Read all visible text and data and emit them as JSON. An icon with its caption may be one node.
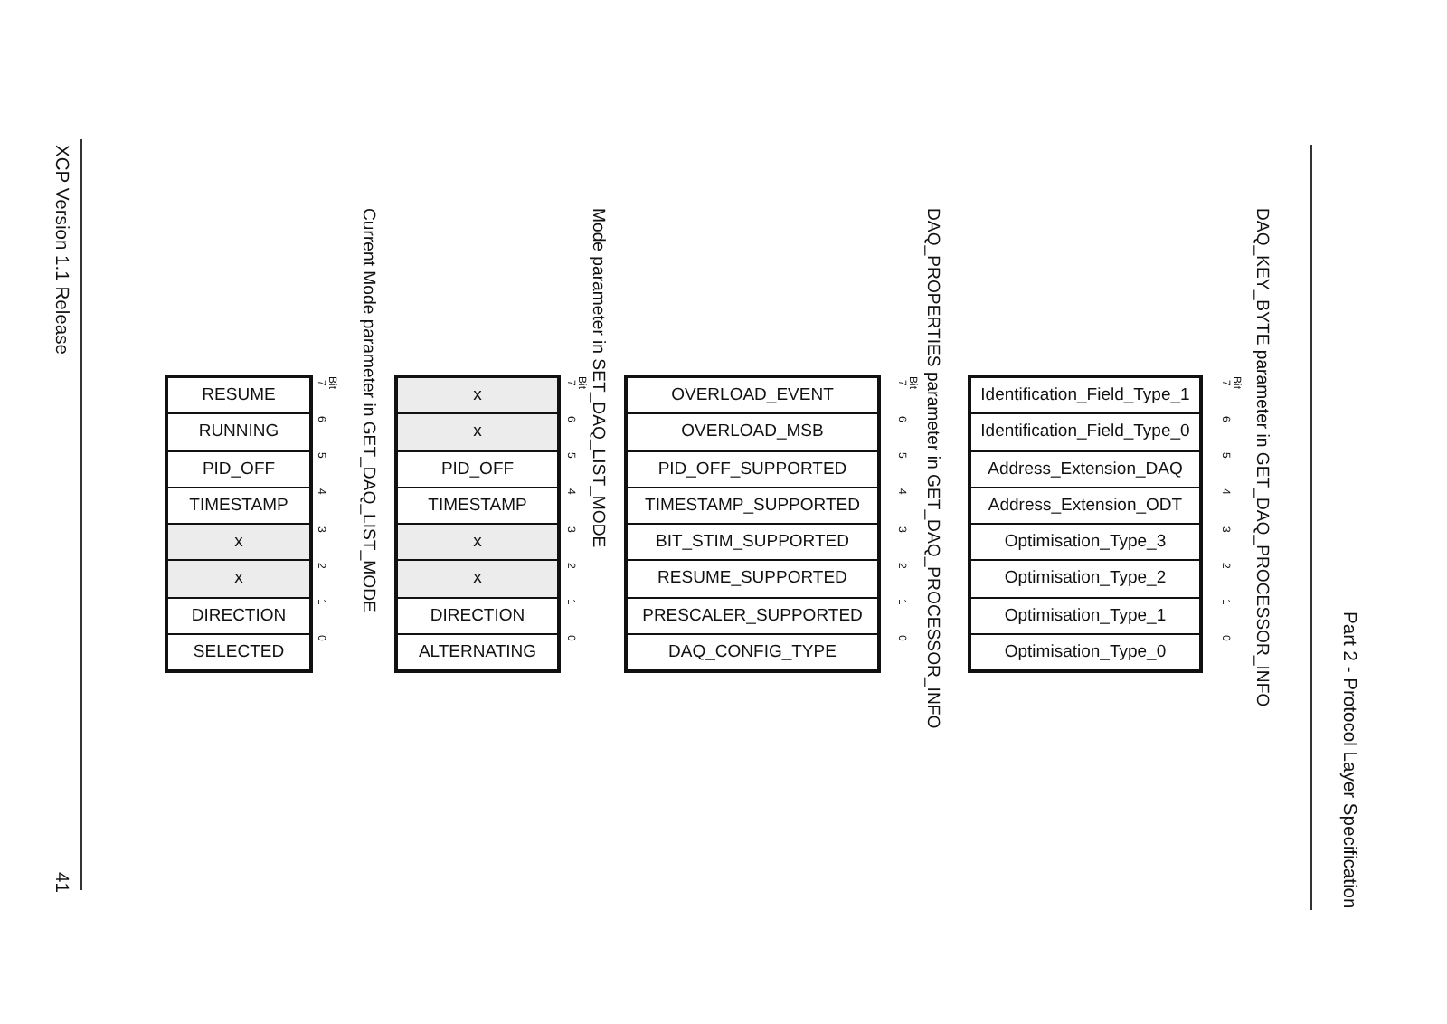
{
  "diagram": {
    "nodes": [
      {
        "text": [
          "DAQ_KEY_BYTE parameter in GET_DAQ_PROCESSOR_INFO"
        ],
        "beside": [
          "Bit"
        ]
      },
      {
        "text": [
          "Identification_Field_Type_1"
        ],
        "in": 0,
        "beside": [
          "7"
        ]
      },
      {
        "text": [
          "Identification_Field_Type_0"
        ],
        "in": 0,
        "beside": [
          "6"
        ]
      },
      {
        "text": [
          "Address_Extension_DAQ"
        ],
        "in": 0,
        "beside": [
          "5"
        ]
      },
      {
        "text": [
          "Address_Extension_ODT"
        ],
        "in": 0,
        "beside": [
          "4"
        ]
      },
      {
        "text": [
          "Optimisation_Type_3"
        ],
        "in": 0,
        "beside": [
          "3"
        ]
      },
      {
        "text": [
          "Optimisation_Type_2"
        ],
        "in": 0,
        "beside": [
          "2"
        ]
      },
      {
        "text": [
          "Optimisation_Type_1"
        ],
        "in": 0,
        "beside": [
          "1"
        ]
      },
      {
        "text": [
          "Optimisation_Type_0"
        ],
        "in": 0,
        "beside": [
          "0"
        ]
      },
      {
        "text": [
          "DAQ_PROPERTIES parameter in GET_DAQ_PROCESSOR_INFO"
        ],
        "beside": [
          "Bit"
        ]
      },
      {
        "text": [
          "OVERLOAD_EVENT"
        ],
        "in": 9,
        "beside": [
          "7"
        ]
      },
      {
        "text": [
          "OVERLOAD_MSB"
        ],
        "in": 9,
        "beside": [
          "6"
        ]
      },
      {
        "text": [
          "PID_OFF_SUPPORTED"
        ],
        "in": 9,
        "beside": [
          "5"
        ]
      },
      {
        "text": [
          "TIMESTAMP_SUPPORTED"
        ],
        "in": 9,
        "beside": [
          "4"
        ]
      },
      {
        "text": [
          "BIT_STIM_SUPPORTED"
        ],
        "in": 9,
        "beside": [
          "3"
        ]
      },
      {
        "text": [
          "RESUME_SUPPORTED"
        ],
        "in": 9,
        "beside": [
          "2"
        ]
      },
      {
        "text": [
          "PRESCALER_SUPPORTED"
        ],
        "in": 9,
        "beside": [
          "1"
        ]
      },
      {
        "text": [
          "DAQ_CONFIG_TYPE"
        ],
        "in": 9,
        "beside": [
          "0"
        ]
      },
      {
        "text": [
          "Mode parameter in SET_DAQ_LIST_MODE"
        ],
        "beside": [
          "Bit"
        ]
      },
      {
        "text": [
          "x"
        ],
        "in": 18,
        "beside": [
          "7"
        ]
      },
      {
        "text": [
          "x"
        ],
        "in": 18,
        "beside": [
          "6"
        ]
      },
      {
        "text": [
          "PID_OFF"
        ],
        "in": 18,
        "beside": [
          "5"
        ]
      },
      {
        "text": [
          "TIMESTAMP"
        ],
        "in": 18,
        "beside": [
          "4"
        ]
      },
      {
        "text": [
          "x"
        ],
        "in": 18,
        "beside": [
          "3"
        ]
      },
      {
        "text": [
          "x"
        ],
        "in": 18,
        "beside": [
          "2"
        ]
      },
      {
        "text": [
          "DIRECTION"
        ],
        "in": 18,
        "beside": [
          "1"
        ]
      },
      {
        "text": [
          "ALTERNATING"
        ],
        "in": 18,
        "beside": [
          "0"
        ]
      },
      {
        "text": [
          "Current Mode parameter in GET_DAQ_LIST_MODE"
        ],
        "beside": [
          "Bit"
        ]
      },
      {
        "text": [
          "RESUME"
        ],
        "in": 27,
        "beside": [
          "7"
        ]
      },
      {
        "text": [
          "RUNNING"
        ],
        "in": 27,
        "beside": [
          "6"
        ]
      },
      {
        "text": [
          "PID_OFF"
        ],
        "in": 27,
        "beside": [
          "5"
        ]
      },
      {
        "text": [
          "TIMESTAMP"
        ],
        "in": 27,
        "beside": [
          "4"
        ]
      },
      {
        "text": [
          "x"
        ],
        "in": 27,
        "beside": [
          "3"
        ]
      },
      {
        "text": [
          "x"
        ],
        "in": 27,
        "beside": [
          "2"
        ]
      },
      {
        "text": [
          "DIRECTION"
        ],
        "in": 27,
        "beside": [
          "1"
        ]
      },
      {
        "text": [
          "SELECTED"
        ],
        "in": 27,
        "beside": [
          "0"
        ]
      }
    ],
    "labels": [
      "Part 2 - Protocol Layer Specification",
      "XCP Version 1.1 Release",
      "41"
    ]
  }
}
